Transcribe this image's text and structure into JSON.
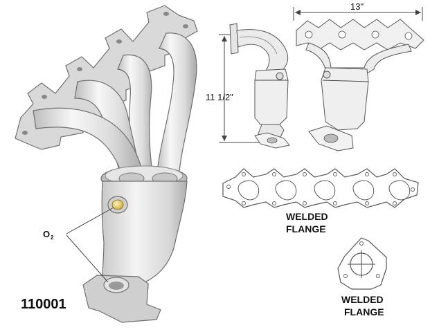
{
  "part_number": "110001",
  "o2_label": "O",
  "o2_subscript": "2",
  "dimensions": {
    "width": "13\"",
    "height": "11 1/2\""
  },
  "welded_flange_main": {
    "line1": "WELDED",
    "line2": "FLANGE"
  },
  "welded_flange_small": {
    "line1": "WELDED",
    "line2": "FLANGE"
  },
  "colors": {
    "metal_light": "#f2f2f2",
    "metal_mid": "#d4d4d4",
    "metal_dark": "#9a9a9a",
    "sensor_gold": "#e7c64a"
  }
}
